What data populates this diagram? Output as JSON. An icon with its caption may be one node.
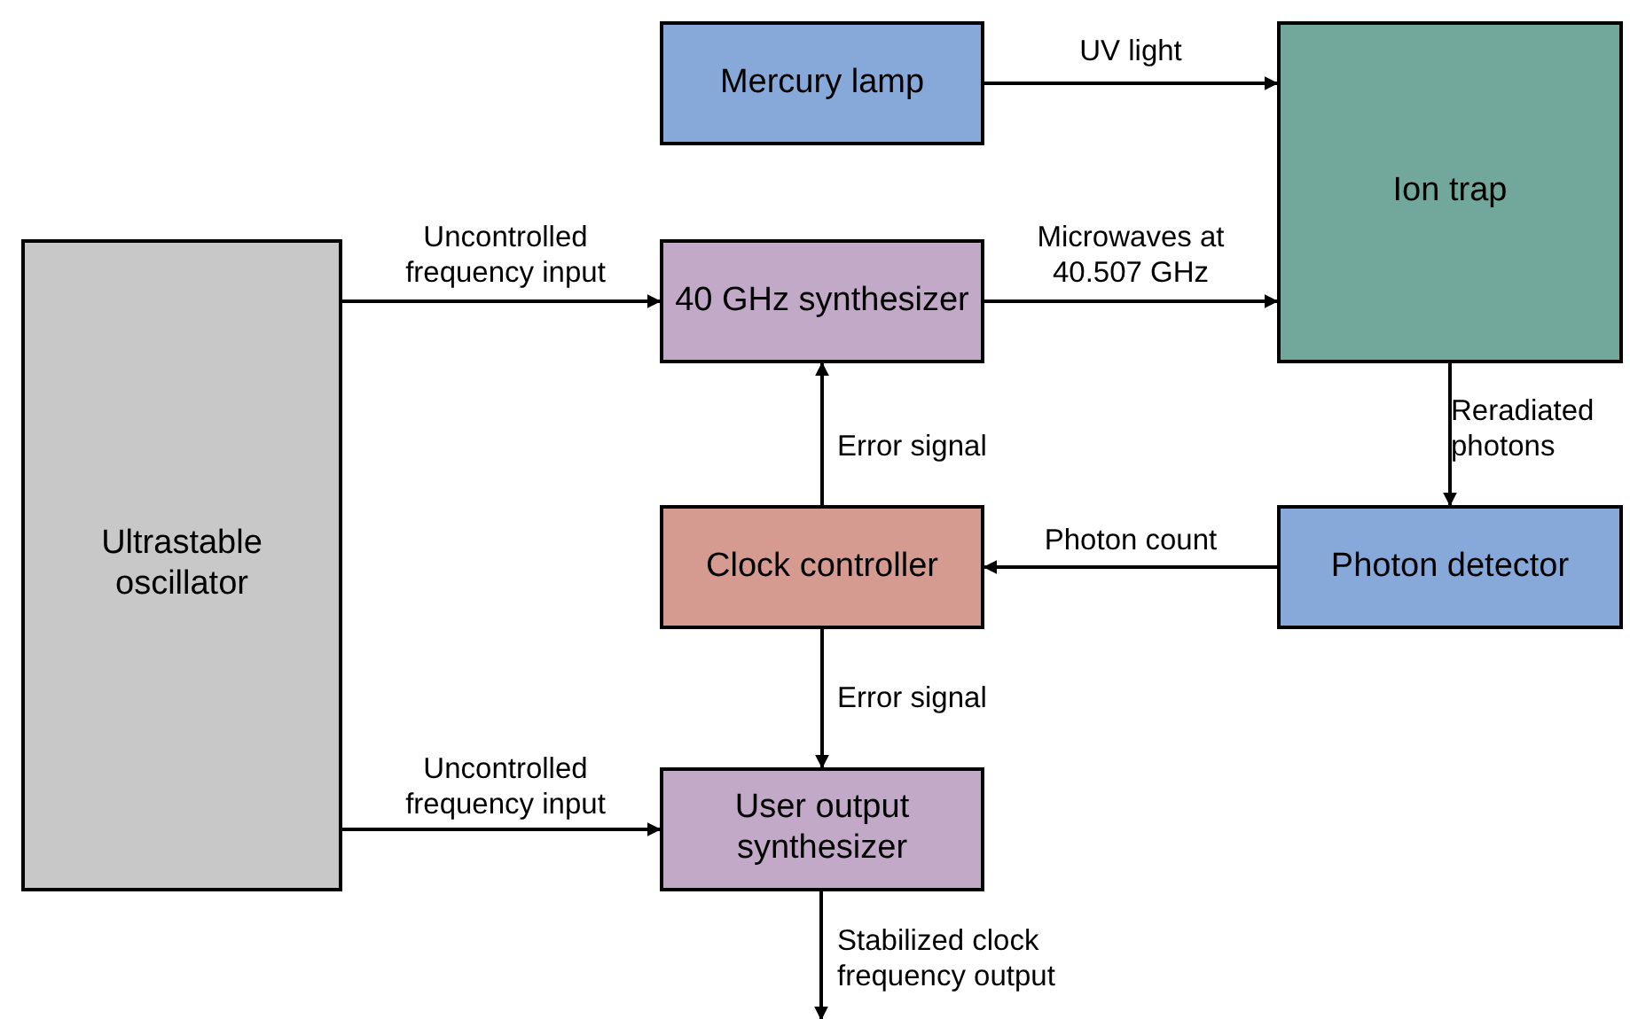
{
  "diagram": {
    "nodes": [
      {
        "text": [
          "Mercury lamp"
        ]
      },
      {
        "text": [
          "Ion trap"
        ]
      },
      {
        "text": [
          "Ultrastable oscillator"
        ]
      },
      {
        "text": [
          "40 GHz synthesizer"
        ]
      },
      {
        "text": [
          "Clock controller"
        ]
      },
      {
        "text": [
          "Photon detector"
        ]
      },
      {
        "text": [
          "User output synthesizer"
        ]
      }
    ],
    "edges": [
      {
        "from": 0,
        "to": 1,
        "arrow": "to",
        "label": "UV light"
      },
      {
        "from": 2,
        "to": 3,
        "arrow": "to",
        "label": "Uncontrolled frequency input"
      },
      {
        "from": 3,
        "to": 1,
        "arrow": "to",
        "label": "Microwaves at 40.507 GHz"
      },
      {
        "from": 1,
        "to": 5,
        "arrow": "to",
        "label": "Reradiated photons"
      },
      {
        "from": 5,
        "to": 4,
        "arrow": "to",
        "label": "Photon count"
      },
      {
        "from": 4,
        "to": 3,
        "arrow": "to",
        "label": "Error signal"
      },
      {
        "from": 4,
        "to": 6,
        "arrow": "to",
        "label": "Error signal"
      },
      {
        "from": 2,
        "to": 6,
        "arrow": "to",
        "label": "Uncontrolled frequency input"
      },
      {
        "from": 6,
        "to": null,
        "arrow": "to",
        "label": "Stabilized clock frequency output"
      }
    ]
  }
}
